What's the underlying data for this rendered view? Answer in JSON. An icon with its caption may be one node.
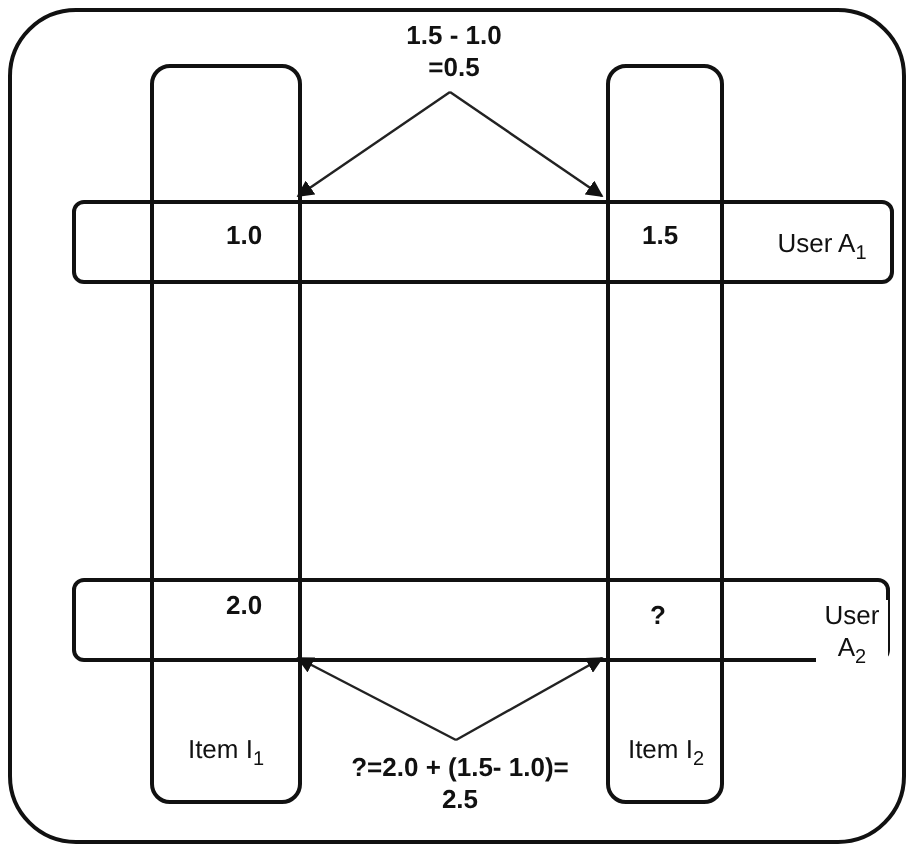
{
  "diagram": {
    "nodes": [
      {
        "text": [],
        "shape": "box"
      },
      {
        "text": [
          "1.5 - 1.0 =0.5"
        ],
        "in": 0
      },
      {
        "text": [
          "Item I$_{1}$"
        ],
        "in": 0
      },
      {
        "text": [
          "Item I$_{2}$"
        ],
        "in": 0
      },
      {
        "text": [
          "User A$_{1}$"
        ],
        "in": 0
      },
      {
        "text": [
          "1.0"
        ]
      },
      {
        "text": [
          "1.5"
        ]
      },
      {
        "text": [
          "User A$_{2}$"
        ],
        "in": 0
      },
      {
        "text": [
          "2.0"
        ]
      },
      {
        "text": [
          "?"
        ]
      },
      {
        "text": [
          "?=2.0 + (1.5- 1.0)= 2.5"
        ],
        "in": 0
      }
    ],
    "edges": [
      {
        "from": 1,
        "to": 5,
        "arrow": "to"
      },
      {
        "from": 1,
        "to": 6,
        "arrow": "to"
      },
      {
        "from": 10,
        "to": 8,
        "arrow": "to"
      },
      {
        "from": 10,
        "to": 9,
        "arrow": "to"
      }
    ]
  }
}
